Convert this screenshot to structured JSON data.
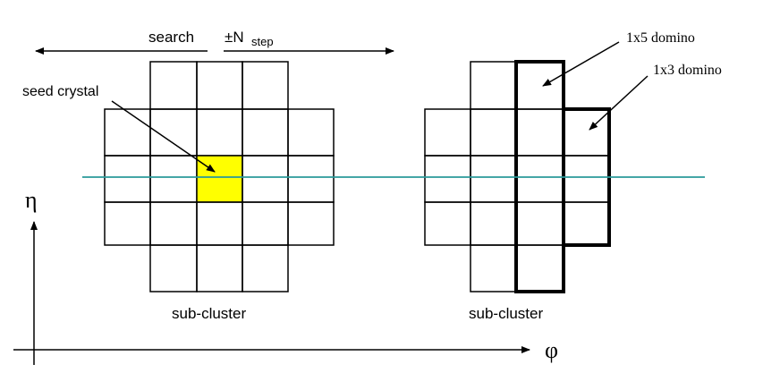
{
  "labels": {
    "search": "search",
    "pm_n": "±N",
    "step": "step",
    "seed_crystal": "seed crystal",
    "sub_cluster_left": "sub-cluster",
    "sub_cluster_right": "sub-cluster",
    "domino_1x5": "1x5 domino",
    "domino_1x3": "1x3 domino",
    "eta_axis": "η",
    "phi_axis": "φ"
  },
  "colors": {
    "seed_fill": "#ffff00",
    "eta_line": "#2a9a9a",
    "grid_stroke": "#000000"
  }
}
